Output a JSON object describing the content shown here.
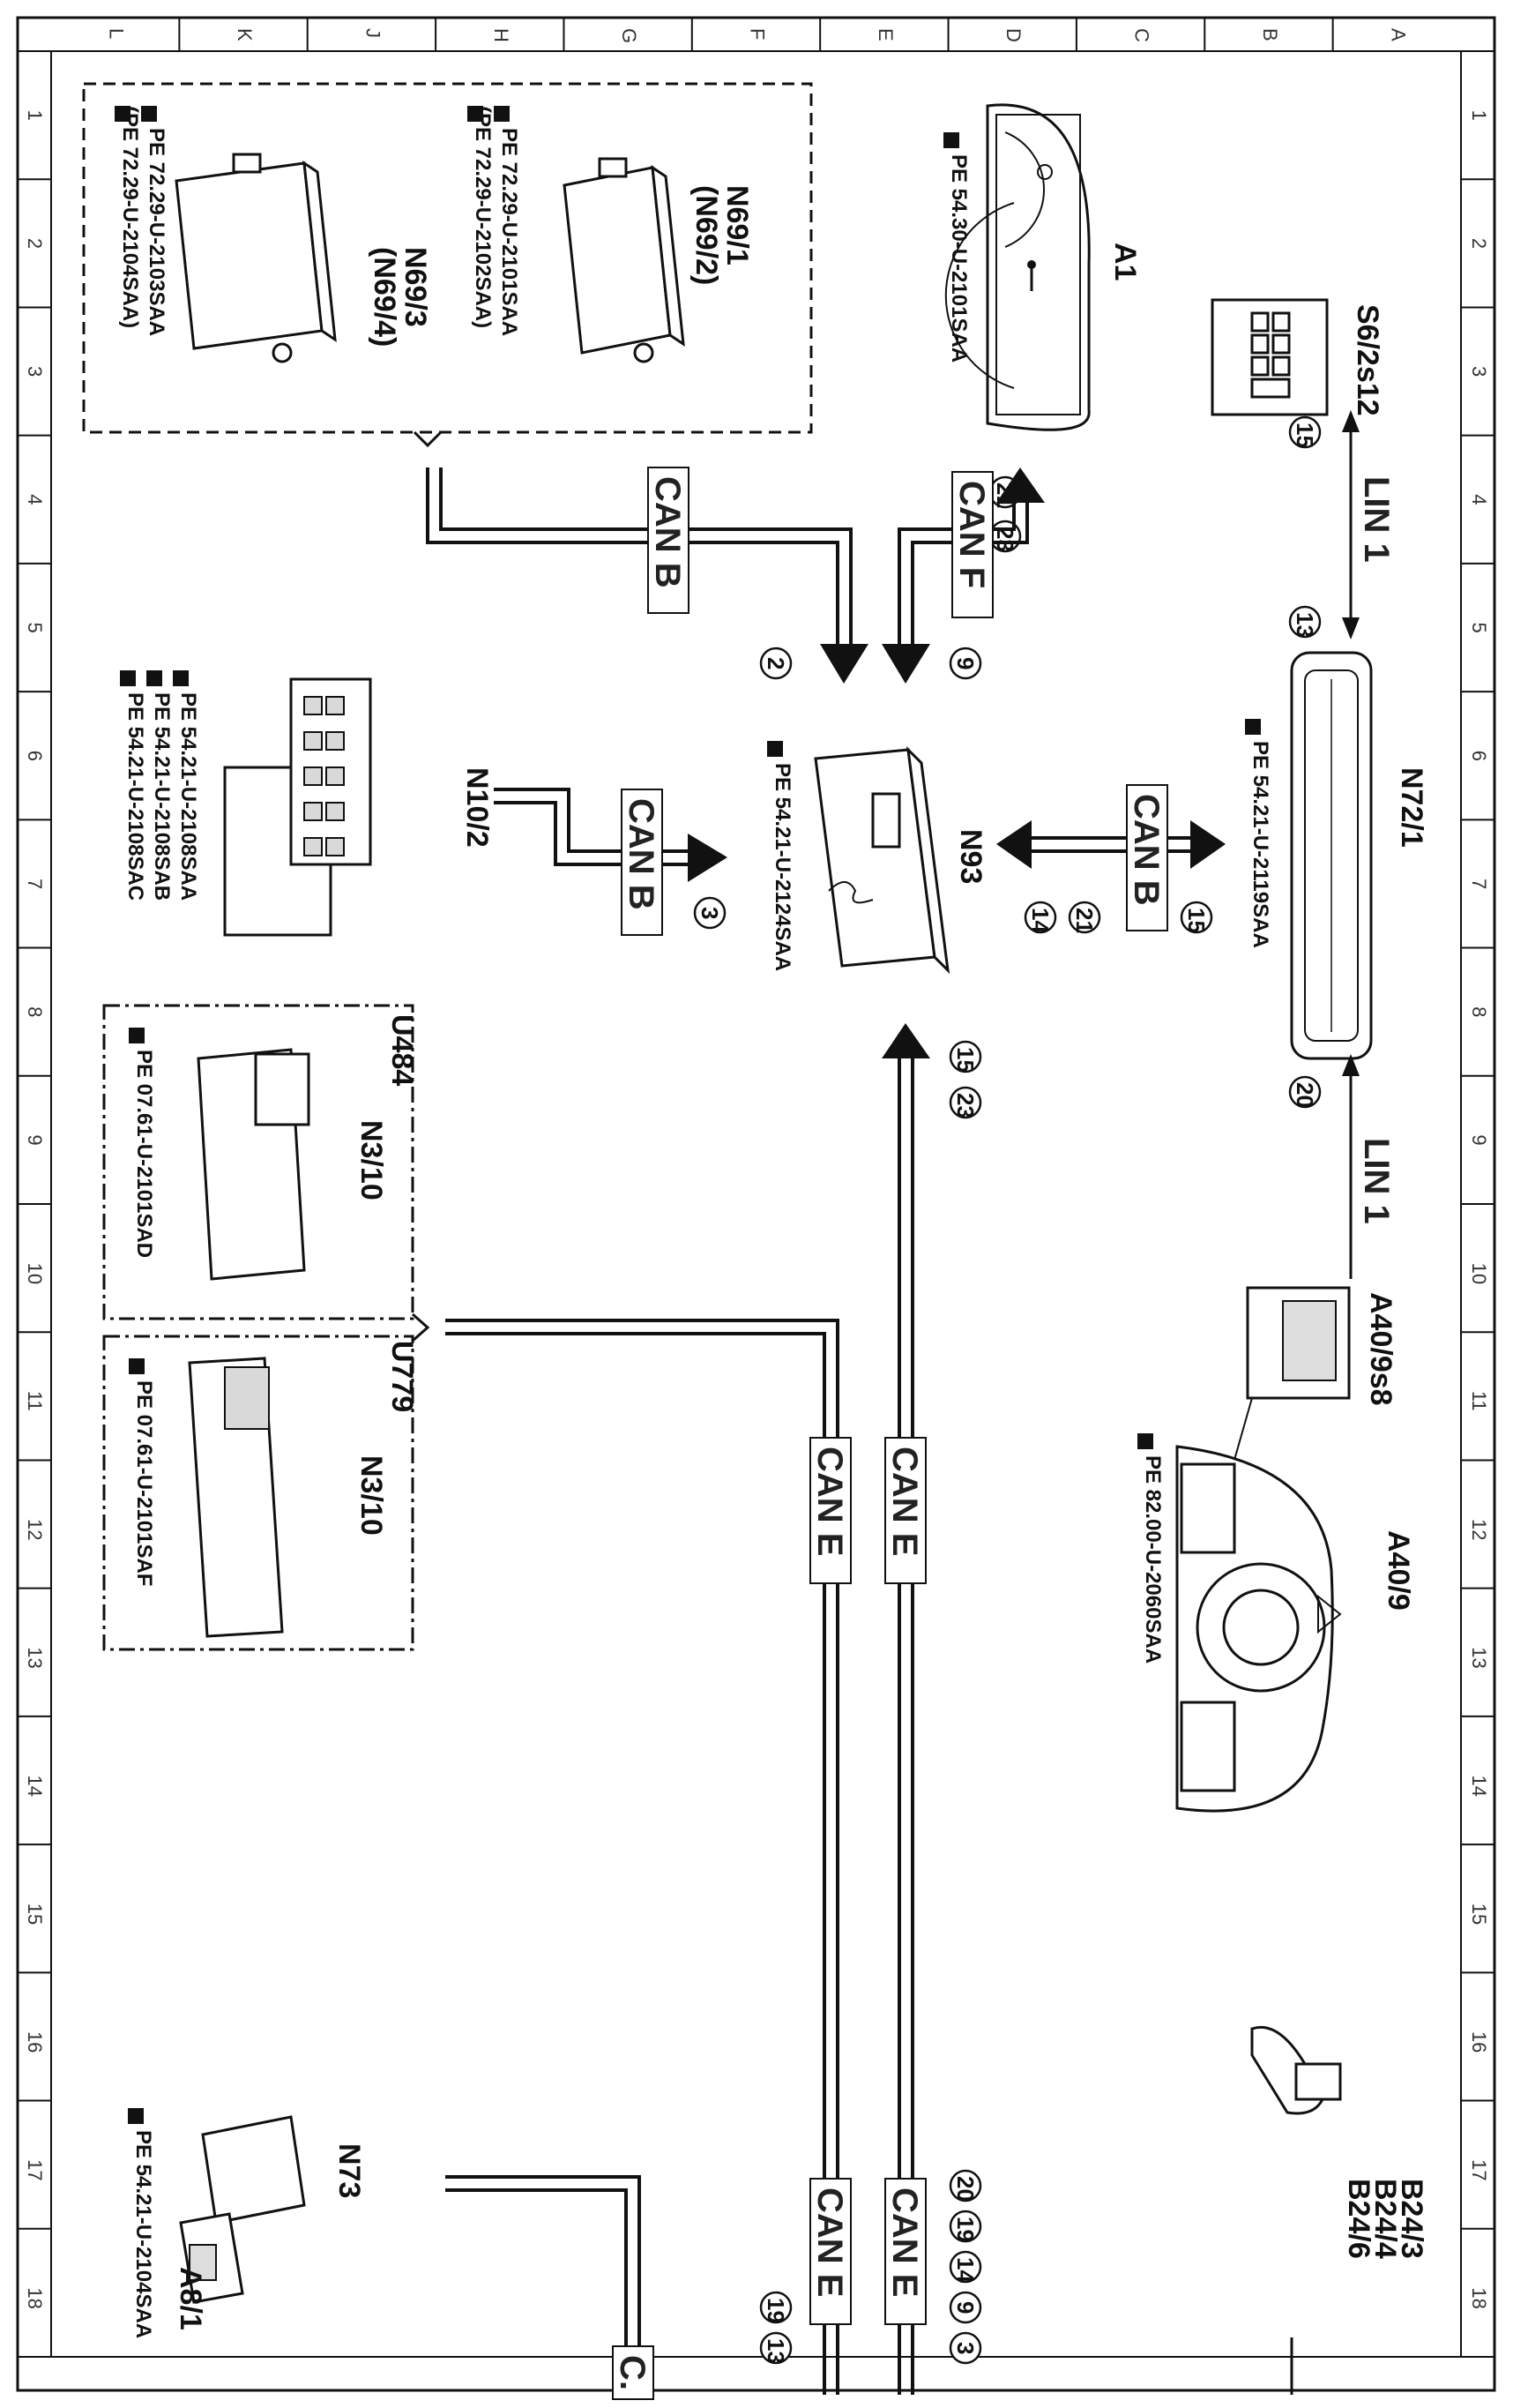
{
  "grid": {
    "letters": [
      "L",
      "K",
      "J",
      "H",
      "G",
      "F",
      "E",
      "D",
      "C",
      "B",
      "A"
    ],
    "numbers": [
      "1",
      "2",
      "3",
      "4",
      "5",
      "6",
      "7",
      "8",
      "9",
      "10",
      "11",
      "12",
      "13",
      "14",
      "15",
      "16",
      "17",
      "18"
    ]
  },
  "components": {
    "s6_2s12": {
      "label": "S6/2s12"
    },
    "a1": {
      "label": "A1",
      "ref": "PE 54.30-U-2101SAA"
    },
    "n69_1": {
      "label": "N69/1",
      "alt": "(N69/2)",
      "ref1": "PE 72.29-U-2101SAA",
      "ref2": "(PE 72.29-U-2102SAA)"
    },
    "n69_3": {
      "label": "N69/3",
      "alt": "(N69/4)",
      "ref1": "PE 72.29-U-2103SAA",
      "ref2": "(PE 72.29-U-2104SAA)"
    },
    "n72_1": {
      "label": "N72/1",
      "ref": "PE 54.21-U-2119SAA"
    },
    "n93": {
      "label": "N93",
      "ref": "PE 54.21-U-2124SAA"
    },
    "n10_2": {
      "label": "N10/2",
      "ref1": "PE 54.21-U-2108SAA",
      "ref2": "PE 54.21-U-2108SAB",
      "ref3": "PE 54.21-U-2108SAC"
    },
    "u484": {
      "variant": "U484",
      "label": "N3/10",
      "ref": "PE 07.61-U-2101SAD"
    },
    "u779": {
      "variant": "U779",
      "label": "N3/10",
      "ref": "PE 07.61-U-2101SAF"
    },
    "a40_9s8": {
      "label": "A40/9s8"
    },
    "a40_9": {
      "label": "A40/9",
      "ref": "PE 82.00-U-2060SAA"
    },
    "b24": {
      "label1": "B24/3",
      "label2": "B24/4",
      "label3": "B24/6"
    },
    "n73": {
      "label": "N73",
      "ref": "PE 54.21-U-2104SAA"
    },
    "a8_1": {
      "label": "A8/1"
    }
  },
  "buses": {
    "lin_top": "LIN 1",
    "lin_bottom": "LIN 1",
    "can_f": "CAN F",
    "can_b_top": "CAN B",
    "can_b_n72": "CAN B",
    "can_b_n10": "CAN B",
    "can_e_1": "CAN E",
    "can_e_2": "CAN E",
    "can_e_3": "CAN E",
    "can_e_4": "CAN E",
    "can_cut": "C."
  },
  "pins": {
    "p15_lin": "15",
    "p13_lin": "13",
    "p21_a1": "21",
    "p23_a1": "23",
    "p9_canf": "9",
    "p2_canb": "2",
    "p15_n72": "15",
    "p21_n72": "21",
    "p14_n72": "14",
    "p3_n10": "3",
    "p15_cane": "15",
    "p23_cane": "23",
    "p20_lin": "20",
    "p20_b": "20",
    "p19_b": "19",
    "p14_b": "14",
    "p9_b": "9",
    "p3_b": "3",
    "p19_c": "19",
    "p13_c": "13"
  },
  "icons": [
    "pe-reference-icon",
    "arrow-icon",
    "pin-circle-icon"
  ]
}
